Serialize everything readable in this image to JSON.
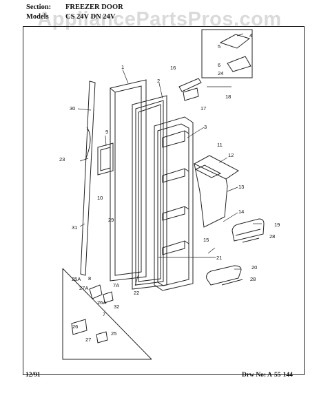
{
  "header": {
    "section_label": "Section:",
    "section_value": "FREEZER DOOR",
    "model_label": "Models",
    "model_value": "CS 24V DN 24V"
  },
  "watermark": "AppliancePartsPros.com",
  "footer": {
    "date": "12/91",
    "drawing_no": "Drw No: A-55-144"
  },
  "callouts": [
    "1",
    "2",
    "3",
    "4",
    "5",
    "6",
    "7",
    "7A",
    "8",
    "9",
    "10",
    "11",
    "12",
    "13",
    "14",
    "15",
    "16",
    "17",
    "18",
    "19",
    "20",
    "21",
    "22",
    "23",
    "24",
    "25",
    "25A",
    "26",
    "26A",
    "27",
    "27A",
    "28",
    "28",
    "29",
    "30",
    "31",
    "32"
  ]
}
